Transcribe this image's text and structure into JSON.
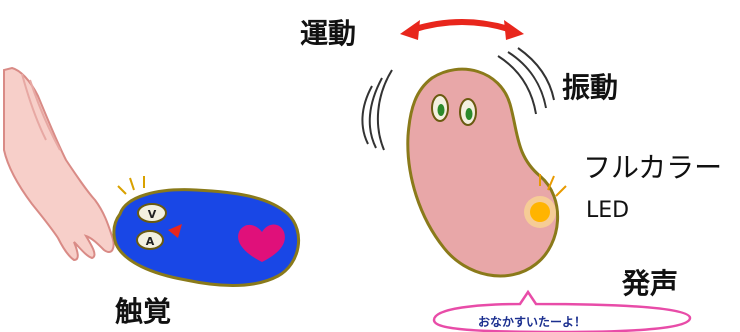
{
  "labels": {
    "motion": "運動",
    "vibration": "振動",
    "led_line1": "フルカラー",
    "led_line2": "LED",
    "voice": "発声",
    "touch": "触覚"
  },
  "speech_bubble": "おなかすいたーよ！",
  "robot_blue": {
    "eye_upper": "V",
    "eye_lower": "A"
  },
  "colors": {
    "pink_body": "#e8a7a8",
    "blue_body": "#1947e6",
    "outline": "#8a7a1a",
    "heart": "#e0107a",
    "arrow": "#e8261c",
    "led_glow": "#ffd21a",
    "bubble_stroke": "#e84ca8",
    "skin": "#f6c9c4"
  }
}
